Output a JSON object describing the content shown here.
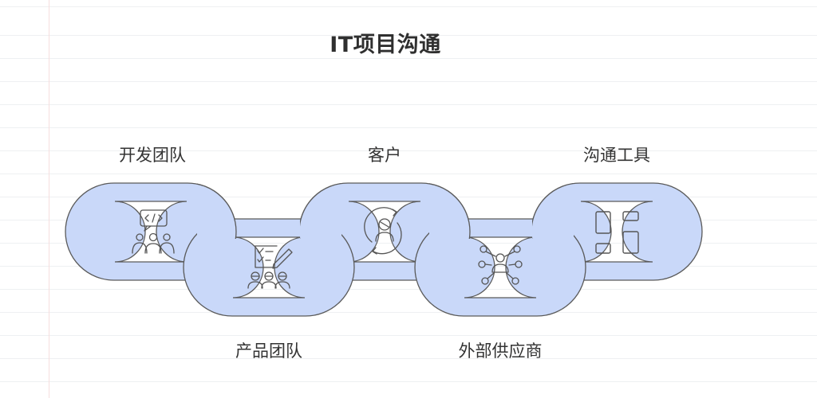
{
  "title": "IT项目沟通",
  "links": [
    {
      "label": "开发团队",
      "icon": "developer-team-icon",
      "position": "top"
    },
    {
      "label": "产品团队",
      "icon": "product-team-icon",
      "position": "bottom"
    },
    {
      "label": "客户",
      "icon": "customer-cycle-icon",
      "position": "top"
    },
    {
      "label": "外部供应商",
      "icon": "supplier-network-icon",
      "position": "bottom"
    },
    {
      "label": "沟通工具",
      "icon": "tools-layout-icon",
      "position": "top"
    }
  ],
  "colors": {
    "link_fill": "#c9d8f9",
    "link_stroke": "#5a5a5a",
    "icon_stroke": "#555555"
  }
}
